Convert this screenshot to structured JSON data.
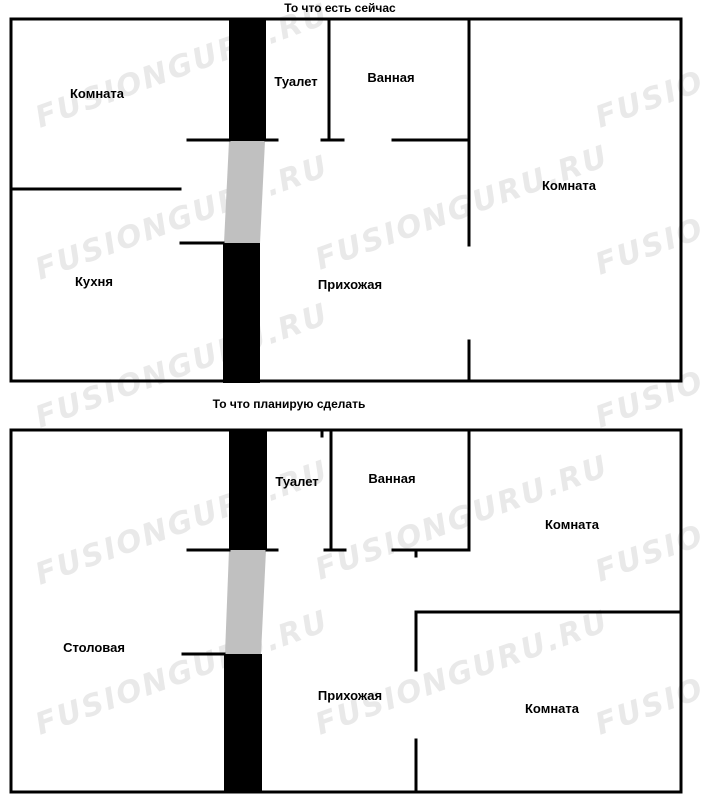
{
  "plan_current": {
    "title": "То что есть сейчас",
    "rooms": {
      "room_left": "Комната",
      "toilet": "Туалет",
      "bathroom": "Ванная",
      "room_right": "Комната",
      "kitchen": "Кухня",
      "hallway": "Прихожая"
    }
  },
  "plan_planned": {
    "title": "То что планирую сделать",
    "rooms": {
      "toilet": "Туалет",
      "bathroom": "Ванная",
      "room_top_right": "Комната",
      "dining": "Столовая",
      "hallway": "Прихожая",
      "room_bottom_right": "Комната"
    }
  },
  "watermarks": {
    "site": "FUSIONGURU.RU",
    "brand": "FUSION"
  },
  "colors": {
    "wall": "#000000",
    "load_bearing": "#000000",
    "removed_wall": "#c0c0c0",
    "watermark": "#e9e9e9"
  }
}
